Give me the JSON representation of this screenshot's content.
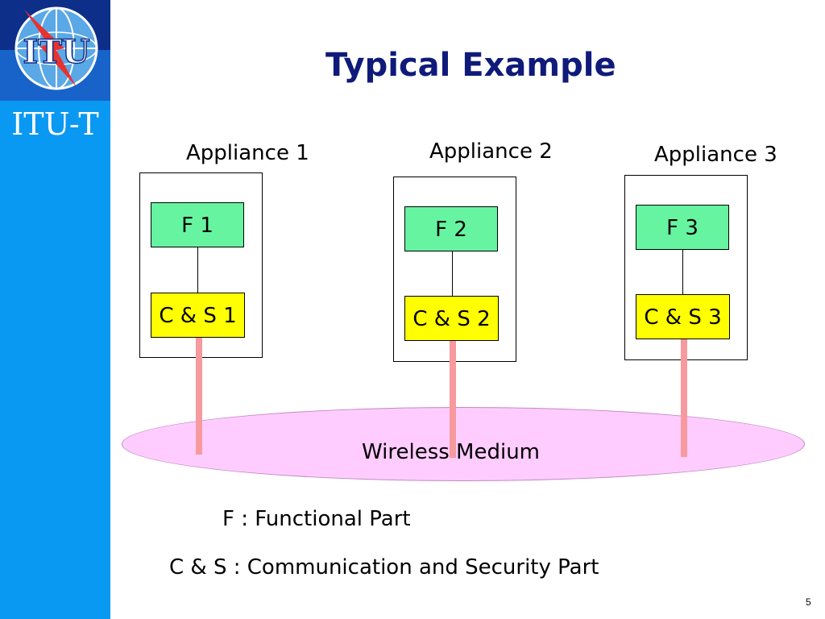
{
  "brand": {
    "logo_text": "ITU",
    "label": "ITU-T"
  },
  "slide": {
    "title": "Typical Example",
    "page_number": "5"
  },
  "appliances": [
    {
      "label": "Appliance 1",
      "functional": "F 1",
      "comm_security": "C & S 1"
    },
    {
      "label": "Appliance 2",
      "functional": "F 2",
      "comm_security": "C & S 2"
    },
    {
      "label": "Appliance 3",
      "functional": "F 3",
      "comm_security": "C & S 3"
    }
  ],
  "medium": {
    "label": "Wireless Medium"
  },
  "legend": {
    "functional": "F : Functional Part",
    "comm_security": "C & S : Communication and Security Part"
  },
  "colors": {
    "sidebar": "#0a99f2",
    "title": "#0f1a7a",
    "functional_box": "#66f4a0",
    "comm_security_box": "#ffff00",
    "medium_fill": "#ffccff",
    "link": "#f79a9e"
  }
}
